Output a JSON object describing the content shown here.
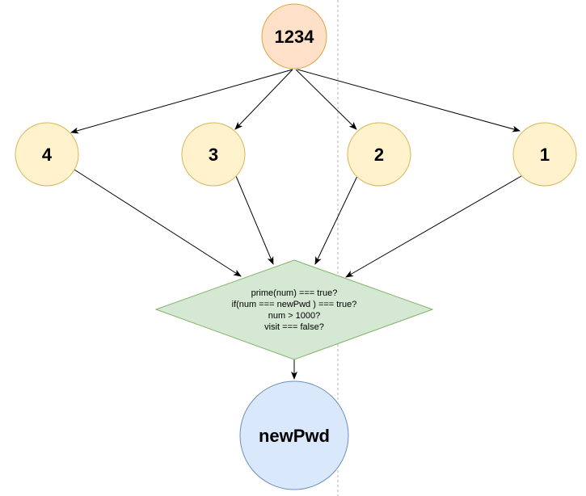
{
  "nodes": {
    "root": {
      "label": "1234",
      "fill": "#ffe0c8",
      "stroke": "#e0a340"
    },
    "digit_4": {
      "label": "4",
      "fill": "#fff2cc",
      "stroke": "#d6b656"
    },
    "digit_3": {
      "label": "3",
      "fill": "#fff2cc",
      "stroke": "#d6b656"
    },
    "digit_2": {
      "label": "2",
      "fill": "#fff2cc",
      "stroke": "#d6b656"
    },
    "digit_1": {
      "label": "1",
      "fill": "#fff2cc",
      "stroke": "#d6b656"
    },
    "condition": {
      "lines": [
        "prime(num) === true?",
        "if(num === newPwd ) === true?",
        "num > 1000?",
        "visit === false?"
      ],
      "fill": "#d5e8d4",
      "stroke": "#82b366"
    },
    "result": {
      "label": "newPwd",
      "fill": "#dae8fc",
      "stroke": "#6c8ebf"
    }
  },
  "edges": [
    {
      "from": "root",
      "to": "digit_4"
    },
    {
      "from": "root",
      "to": "digit_3"
    },
    {
      "from": "root",
      "to": "digit_2"
    },
    {
      "from": "root",
      "to": "digit_1"
    },
    {
      "from": "digit_4",
      "to": "condition"
    },
    {
      "from": "digit_3",
      "to": "condition"
    },
    {
      "from": "digit_2",
      "to": "condition"
    },
    {
      "from": "digit_1",
      "to": "condition"
    },
    {
      "from": "condition",
      "to": "result"
    }
  ]
}
